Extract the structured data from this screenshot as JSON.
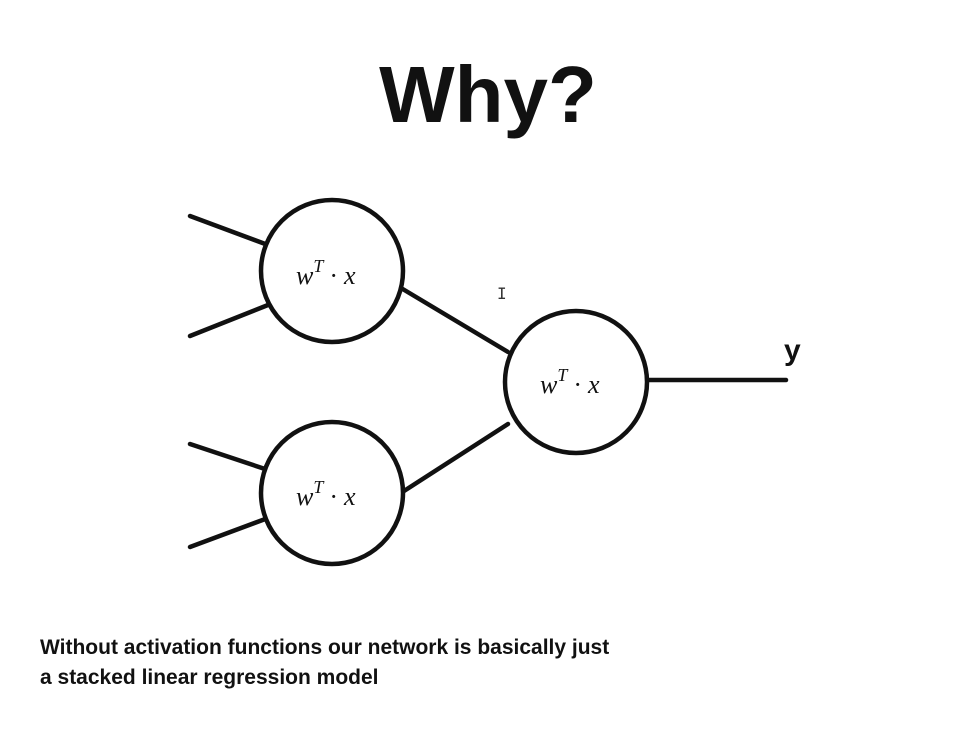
{
  "slide": {
    "title": "Why?"
  },
  "diagram": {
    "neuron_label_base": "w",
    "neuron_label_superscript": "T",
    "neuron_label_operator": "·",
    "neuron_label_var": "x",
    "output_label": "y",
    "line_color": "#111111"
  },
  "caption": {
    "line1": "Without activation functions our network is basically just",
    "line2": "a stacked linear regression model"
  },
  "cursor": {
    "icon": "text-cursor-icon",
    "glyph": "I"
  }
}
